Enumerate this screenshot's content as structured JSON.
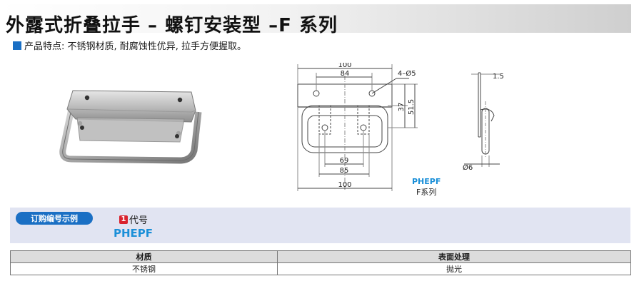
{
  "header": {
    "title": "外露式折叠拉手 – 螺钉安装型 –F 系列",
    "feature": "产品特点: 不锈钢材质, 耐腐蚀性优异, 拉手方便握取。"
  },
  "drawing": {
    "dims": {
      "top_width": "100",
      "hole_pitch": "84",
      "holes": "4–Ø5",
      "height_37": "37",
      "height_515": "51.5",
      "inner_69": "69",
      "inner_85": "85",
      "bottom_width": "100",
      "thickness": "1.5",
      "rod_dia": "Ø6"
    },
    "caption_code": "PHEPF",
    "caption_series": "F系列"
  },
  "order": {
    "badge": "订购编号示例",
    "code_number": "1",
    "code_label": "代号",
    "code_value": "PHEPF"
  },
  "spec_table": {
    "headers": [
      "材质",
      "表面处理"
    ],
    "rows": [
      [
        "不锈钢",
        "抛光"
      ]
    ]
  },
  "colors": {
    "accent": "#1a6fc4",
    "code": "#1a8fd8",
    "badge_red": "#d9232e",
    "band": "#e1e4f2"
  }
}
